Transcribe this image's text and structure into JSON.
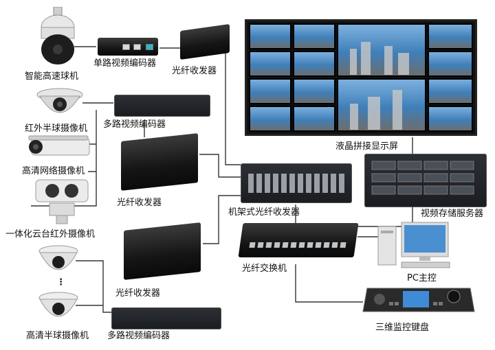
{
  "labels": {
    "speed_dome": "智能高速球机",
    "single_encoder": "单路视频编码器",
    "transceiver_top": "光纤收发器",
    "lcd_wall": "液晶拼接显示屏",
    "ir_dome": "红外半球摄像机",
    "multi_encoder_top": "多路视频编码器",
    "hd_network_cam": "高清网络摄像机",
    "transceiver_mid": "光纤收发器",
    "rack_transceiver": "机架式光纤收发器",
    "storage_server": "视频存储服务器",
    "ptz_ir_cam": "一体化云台红外摄像机",
    "fiber_switch": "光纤交换机",
    "transceiver_bottom": "光纤收发器",
    "pc_host": "PC主控",
    "hd_dome": "高清半球摄像机",
    "multi_encoder_bottom": "多路视频编码器",
    "keyboard": "三维监控键盘"
  },
  "colors": {
    "line": "#333333",
    "device_dark": "#1a1a1a",
    "screen_blue": "#4a8fd0",
    "accent_cyan": "#2bb6c8"
  }
}
